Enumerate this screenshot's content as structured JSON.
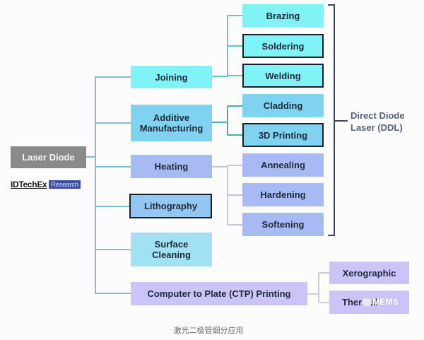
{
  "diagram": {
    "root": "Laser Diode",
    "logo": {
      "brand": "IDTechEx",
      "badge": "Research"
    },
    "categories": [
      {
        "label": "Joining",
        "children": [
          "Brazing",
          "Soldering",
          "Welding"
        ]
      },
      {
        "label": "Additive Manufacturing",
        "children": [
          "Cladding",
          "3D Printing"
        ]
      },
      {
        "label": "Heating",
        "children": [
          "Annealing",
          "Hardening",
          "Softening"
        ]
      },
      {
        "label": "Lithography",
        "children": []
      },
      {
        "label": "Surface Cleaning",
        "children": []
      },
      {
        "label": "Computer to Plate (CTP) Printing",
        "children": [
          "Xerographic",
          "Thermal"
        ]
      }
    ],
    "bracket_label_line1": "Direct Diode",
    "bracket_label_line2": "Laser (DDL)",
    "bracketed_group": [
      "Brazing",
      "Soldering",
      "Welding",
      "Cladding",
      "3D Printing",
      "Annealing",
      "Hardening",
      "Softening"
    ],
    "highlighted": [
      "Soldering",
      "Welding",
      "3D Printing",
      "Lithography"
    ],
    "labels": {
      "joining": "Joining",
      "additive_1": "Additive",
      "additive_2": "Manufacturing",
      "heating": "Heating",
      "lithography": "Lithography",
      "surface_1": "Surface",
      "surface_2": "Cleaning",
      "ctp": "Computer to Plate (CTP) Printing",
      "brazing": "Brazing",
      "soldering": "Soldering",
      "welding": "Welding",
      "cladding": "Cladding",
      "printing3d": "3D Printing",
      "annealing": "Annealing",
      "hardening": "Hardening",
      "softening": "Softening",
      "xerographic": "Xerographic",
      "thermal": "Thermal"
    },
    "colors": {
      "joining": "#80f3f6",
      "additive": "#7fd3f1",
      "heating": "#a7baf4",
      "lithography": "#93c6f3",
      "surface_cleaning": "#a0e1f3",
      "ctp": "#cbc4f6",
      "root": "#8a8a8a"
    }
  },
  "watermark": "MEMS",
  "caption": "激光二极管细分应用"
}
